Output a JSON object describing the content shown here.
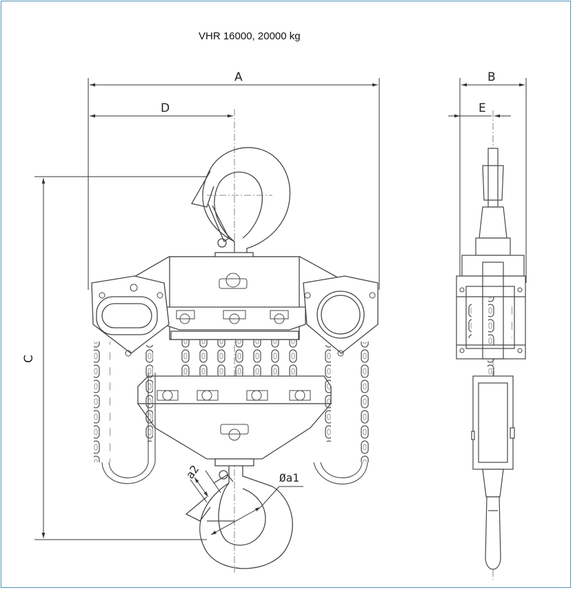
{
  "title": "VHR 16000, 20000 kg",
  "dimensions": {
    "a": "A",
    "b": "B",
    "c": "C",
    "d": "D",
    "e": "E",
    "a1": "Øa1",
    "a2": "a2"
  }
}
